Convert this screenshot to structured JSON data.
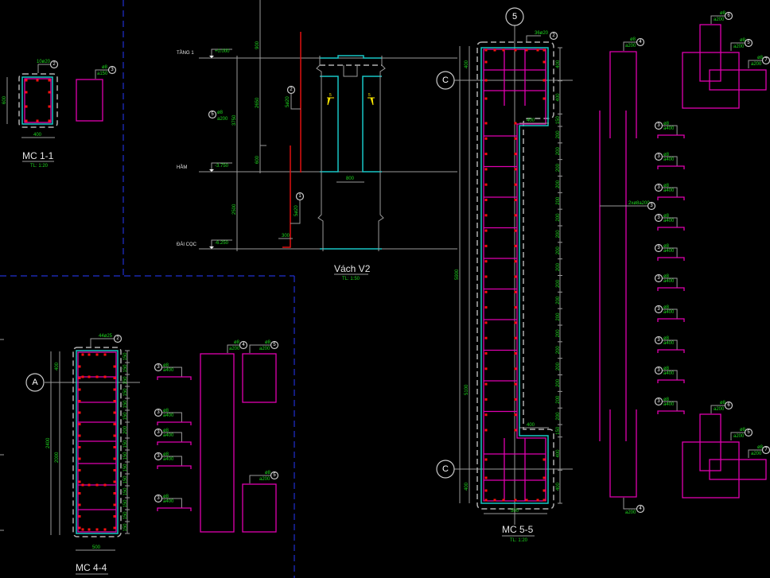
{
  "colors": {
    "background": "#000000",
    "dimension_text": "#1fd81f",
    "concrete": "#19c6c6",
    "stirrup": "#e000b0",
    "rebar": "#e01010",
    "grid": "#2030d0"
  },
  "axes": {
    "axis_5": "5",
    "axis_c_top": "C",
    "axis_c_bottom": "C",
    "axis_a": "A"
  },
  "mc11": {
    "title": "MC 1-1",
    "scale": "TL: 1:20",
    "width": "400",
    "height": "600",
    "rebar_label": "10ø20",
    "rebar_tag": "2",
    "stirrup_dia": "ø8",
    "stirrup_spacing": "a150",
    "stirrup_tag": "3"
  },
  "elevation": {
    "levels": [
      {
        "name": "TẦNG 1",
        "elev": "+0.000"
      },
      {
        "name": "HẦM",
        "elev": "-3.750"
      },
      {
        "name": "ĐÀI CỌC",
        "elev": "-6.250"
      }
    ],
    "dims": {
      "top": "900",
      "mid": "2650",
      "low": "600",
      "total_upper": "3750",
      "total_lower": "2500",
      "footing": "300"
    },
    "callout_stirrup": {
      "tag": "5",
      "dia": "ø8",
      "spacing": "a200"
    },
    "callout_bar_2": {
      "tag": "2",
      "label": "5ø20"
    },
    "callout_bar_1": {
      "tag": "1",
      "label": "5ø20"
    }
  },
  "vach": {
    "title": "Vách V2",
    "scale": "TL: 1:50",
    "width": "800",
    "section_mark_left": "5",
    "section_mark_right": "5"
  },
  "mc55": {
    "title": "MC 5-5",
    "scale": "TL: 1:20",
    "rebar_label": "36ø20",
    "rebar_tag": "2",
    "left_dims": {
      "top": "400",
      "total": "5900",
      "mid": "5100",
      "bottom": "400"
    },
    "notch_top": "400",
    "notch_bottom": "400",
    "width": "500",
    "right_dims": [
      "400",
      "400",
      "150",
      "200",
      "200",
      "200",
      "200",
      "200",
      "200",
      "200",
      "200",
      "200",
      "200",
      "200",
      "200",
      "200",
      "200",
      "200",
      "200",
      "200",
      "200",
      "150",
      "400",
      "400"
    ]
  },
  "mc44": {
    "title": "MC 4-4",
    "rebar_label": "44ø25",
    "rebar_tag": "2",
    "left_dims": {
      "top": "400",
      "total": "2400",
      "mid": "2000"
    },
    "width": "500",
    "right_dims": [
      "150",
      "150",
      "150",
      "150",
      "150",
      "150",
      "200",
      "150",
      "150",
      "150",
      "150",
      "150",
      "150",
      "150",
      "150"
    ]
  },
  "details_mid": {
    "hooks": [
      {
        "tag": "3",
        "dia": "ø8",
        "spacing": "a400"
      },
      {
        "tag": "3",
        "dia": "ø8",
        "spacing": "a400"
      },
      {
        "tag": "3",
        "dia": "ø8",
        "spacing": "a400"
      },
      {
        "tag": "3",
        "dia": "ø8",
        "spacing": "a400"
      },
      {
        "tag": "3",
        "dia": "ø8",
        "spacing": "a400"
      }
    ],
    "stirrup_4": {
      "tag": "4",
      "dia": "ø8",
      "spacing": "a200"
    },
    "stirrup_5a": {
      "tag": "5",
      "dia": "ø8",
      "spacing": "a200"
    },
    "stirrup_5b": {
      "tag": "5",
      "dia": "ø8",
      "spacing": "a200"
    }
  },
  "details_right": {
    "stirrup_4_top": {
      "tag": "4",
      "dia": "ø8",
      "spacing": "a200"
    },
    "stirrup_4_bottom": {
      "tag": "4",
      "spacing": "a200"
    },
    "bar_3": {
      "tag": "3",
      "label": "2xø8a200"
    },
    "hooks": [
      {
        "tag": "3",
        "dia": "ø8",
        "spacing": "a400"
      },
      {
        "tag": "3",
        "dia": "ø8",
        "spacing": "a400"
      },
      {
        "tag": "3",
        "dia": "ø8",
        "spacing": "a400"
      },
      {
        "tag": "3",
        "dia": "ø8",
        "spacing": "a400"
      },
      {
        "tag": "3",
        "dia": "ø8",
        "spacing": "a400"
      },
      {
        "tag": "3",
        "dia": "ø8",
        "spacing": "a400"
      },
      {
        "tag": "3",
        "dia": "ø8",
        "spacing": "a400"
      },
      {
        "tag": "3",
        "dia": "ø8",
        "spacing": "a400"
      },
      {
        "tag": "3",
        "dia": "ø8",
        "spacing": "a400"
      },
      {
        "tag": "3",
        "dia": "ø8",
        "spacing": "a400"
      }
    ],
    "top_set": [
      {
        "tag": "6",
        "dia": "ø8",
        "spacing": "a200"
      },
      {
        "tag": "5",
        "dia": "ø8",
        "spacing": "a200"
      },
      {
        "tag": "7",
        "dia": "ø8",
        "spacing": "a200"
      }
    ],
    "bottom_set": [
      {
        "tag": "6",
        "dia": "ø8",
        "spacing": "a200"
      },
      {
        "tag": "5",
        "dia": "ø8",
        "spacing": "a200"
      },
      {
        "tag": "7",
        "dia": "ø8",
        "spacing": "a200"
      }
    ]
  }
}
